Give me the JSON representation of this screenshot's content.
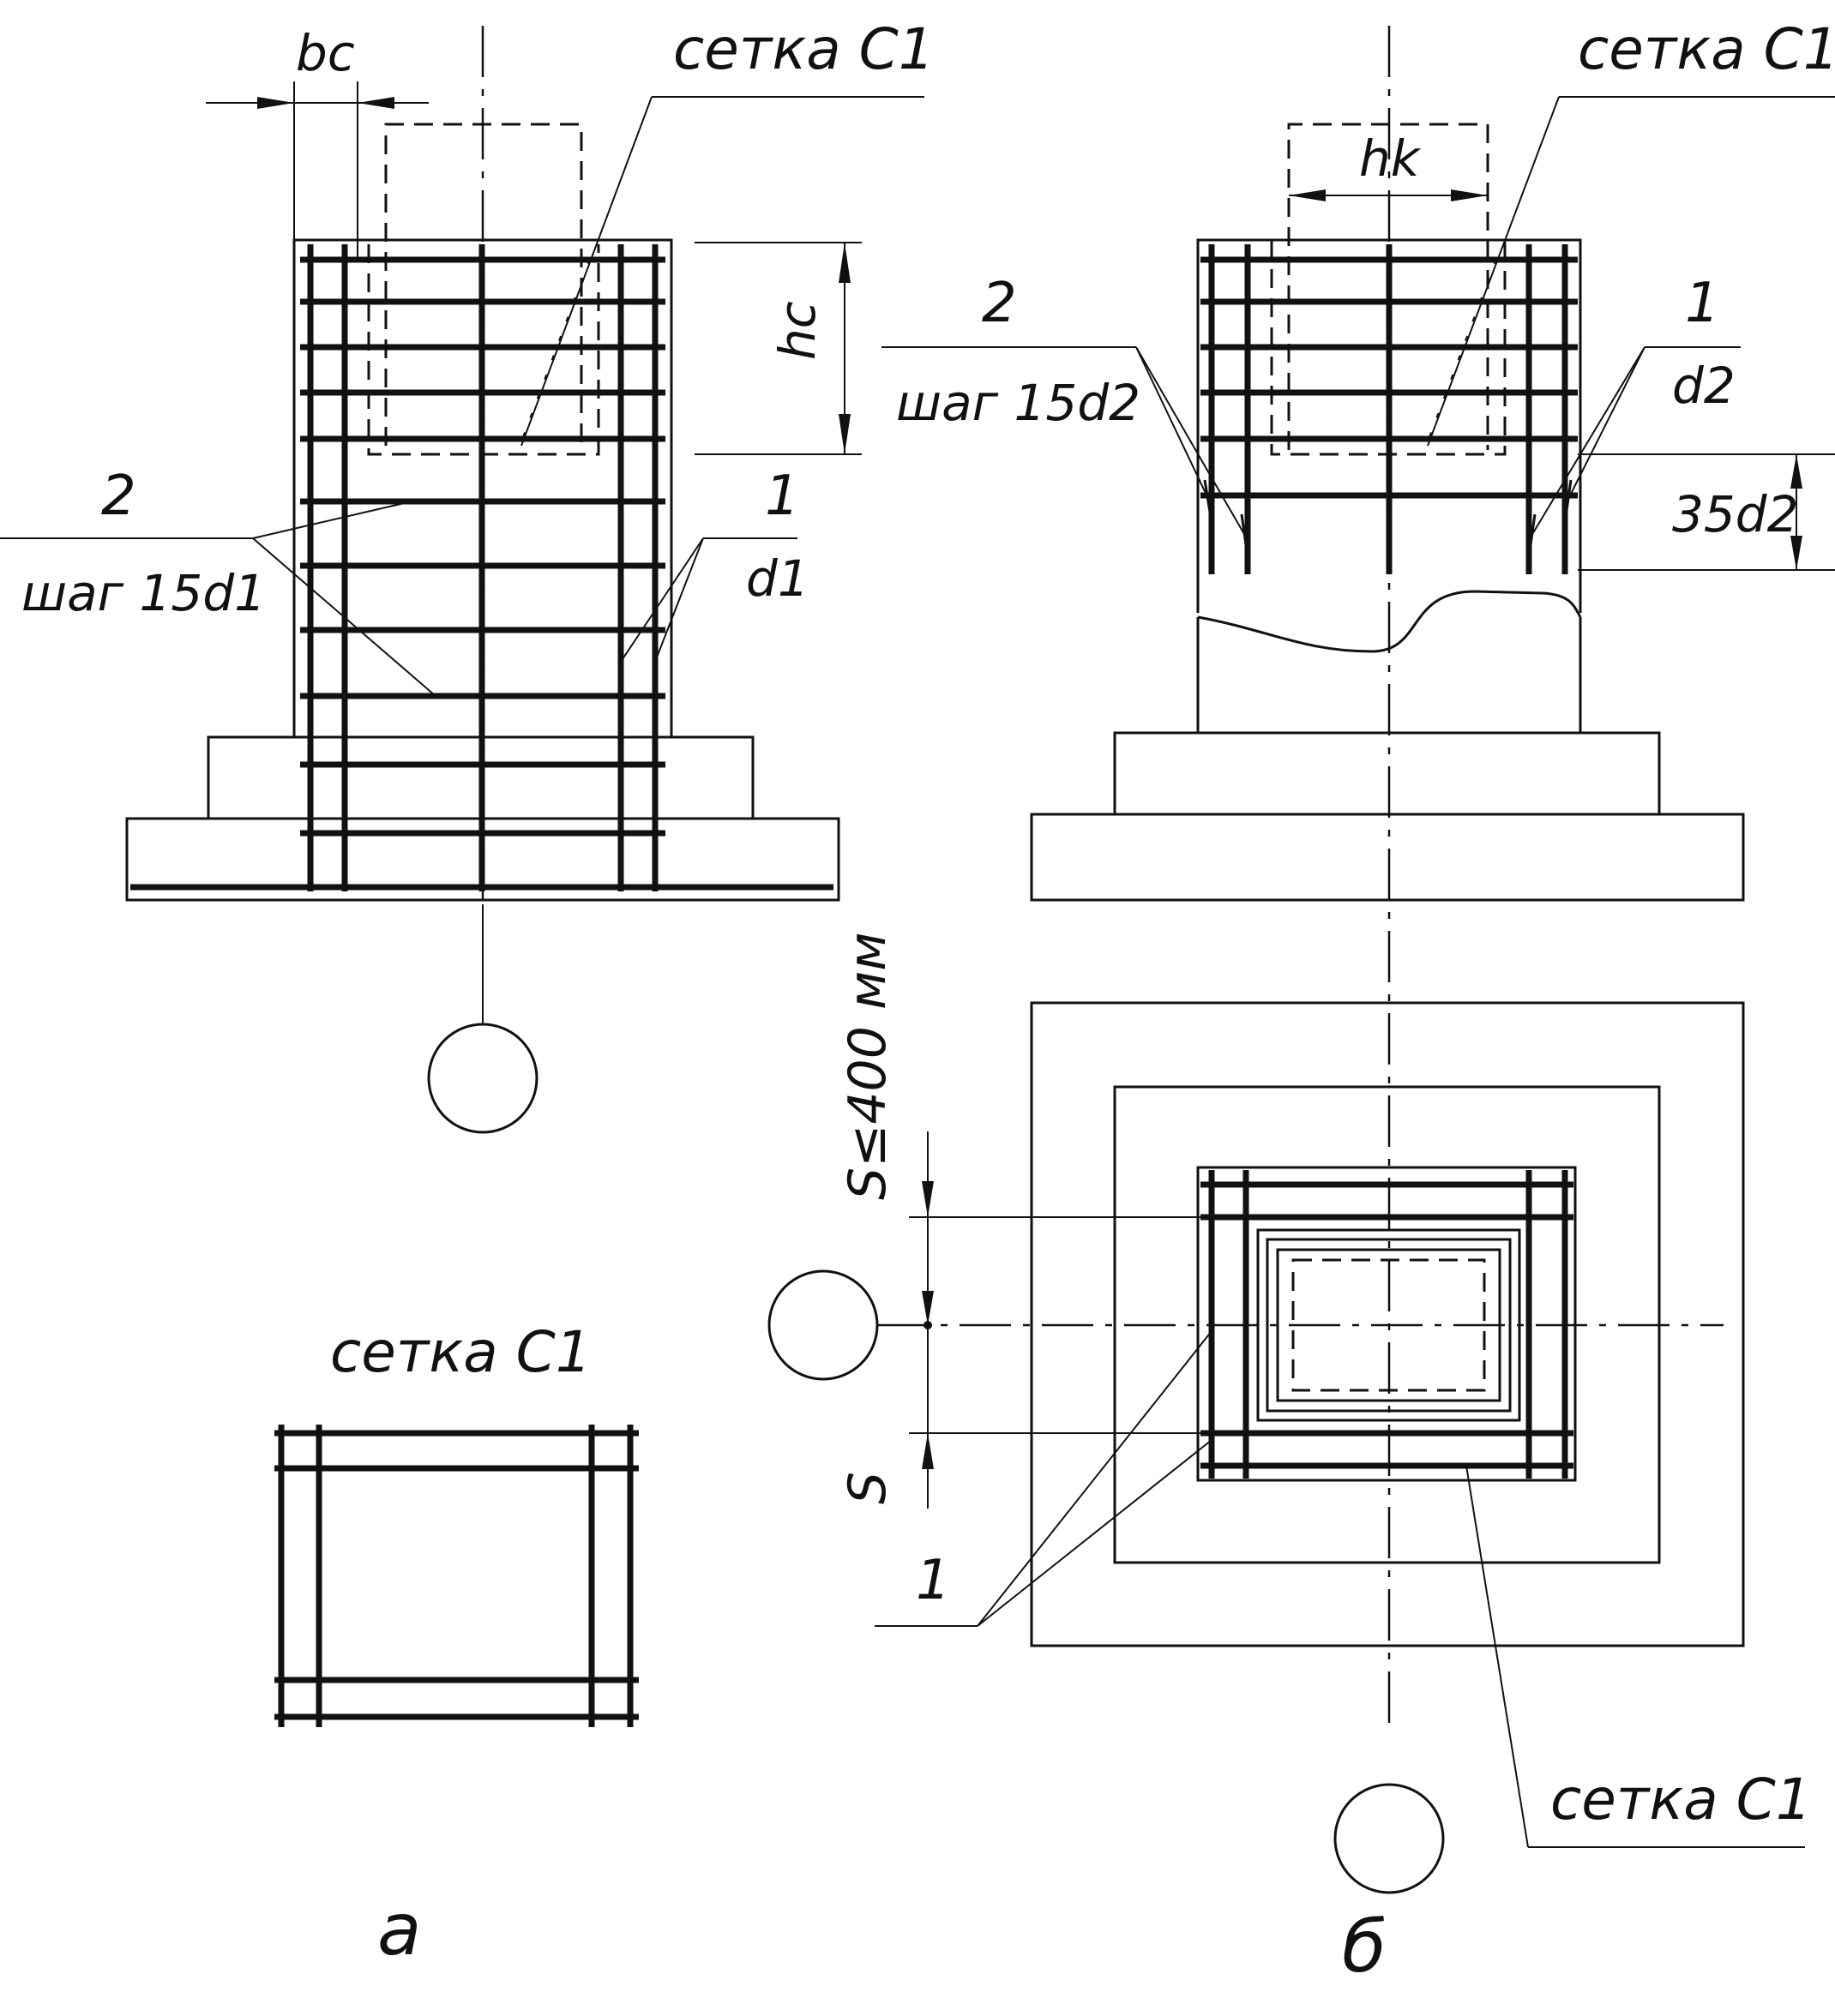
{
  "labels": {
    "mesh_a_top": "сетка С1",
    "mesh_b_top": "сетка С1",
    "mesh_a_bottom": "сетка С1",
    "mesh_b_bottom": "сетка С1",
    "bc": "bc",
    "hc": "hc",
    "hk": "hk",
    "item2_a": "2",
    "step_a": "шаг 15d1",
    "item1_a": "1",
    "d1": "d1",
    "item2_b": "2",
    "step_b": "шаг 15d2",
    "item1_b": "1",
    "d2": "d2",
    "len_35d2": "35d2",
    "spacing_limit": "S≤400 мм",
    "spacing_s": "S",
    "item1_plan": "1",
    "caption_a": "а",
    "caption_b": "б"
  }
}
